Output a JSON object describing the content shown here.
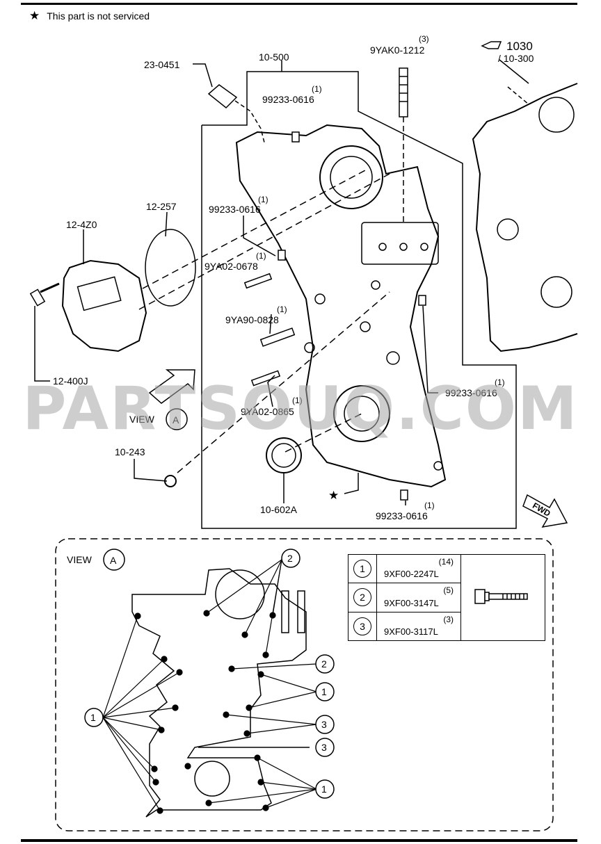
{
  "note": {
    "star": "★",
    "text": "This part is not serviced"
  },
  "ref": {
    "fig": "1030",
    "sub": "/ 10-300"
  },
  "parts": {
    "p23_0451": "23-0451",
    "p10_500": "10-500",
    "p9yak0_qty": "(3)",
    "p9yak0": "9YAK0-1212",
    "p99233_a_qty": "(1)",
    "p99233_a": "99233-0616",
    "p12_257": "12-257",
    "p12_4z0": "12-4Z0",
    "p99233_b_qty": "(1)",
    "p99233_b": "99233-0616",
    "p9ya02_0678_qty": "(1)",
    "p9ya02_0678": "9YA02-0678",
    "p9ya90_qty": "(1)",
    "p9ya90": "9YA90-0828",
    "p12_400j": "12-400J",
    "p99233_c_qty": "(1)",
    "p99233_c": "99233-0616",
    "p9ya02_0865_qty": "(1)",
    "p9ya02_0865": "9YA02-0865",
    "p10_243": "10-243",
    "p10_602a": "10-602A",
    "p99233_d_qty": "(1)",
    "p99233_d": "99233-0616"
  },
  "view_label": "VIEW",
  "view_letter": "A",
  "fwd": "FWD",
  "star": "★",
  "watermark": "PARTSOUQ.COM",
  "callouts": {
    "one": "1",
    "two": "2",
    "three": "3"
  },
  "legend": [
    {
      "num": "1",
      "qty": "(14)",
      "code": "9XF00-2247L"
    },
    {
      "num": "2",
      "qty": "(5)",
      "code": "9XF00-3147L"
    },
    {
      "num": "3",
      "qty": "(3)",
      "code": "9XF00-3117L"
    }
  ]
}
